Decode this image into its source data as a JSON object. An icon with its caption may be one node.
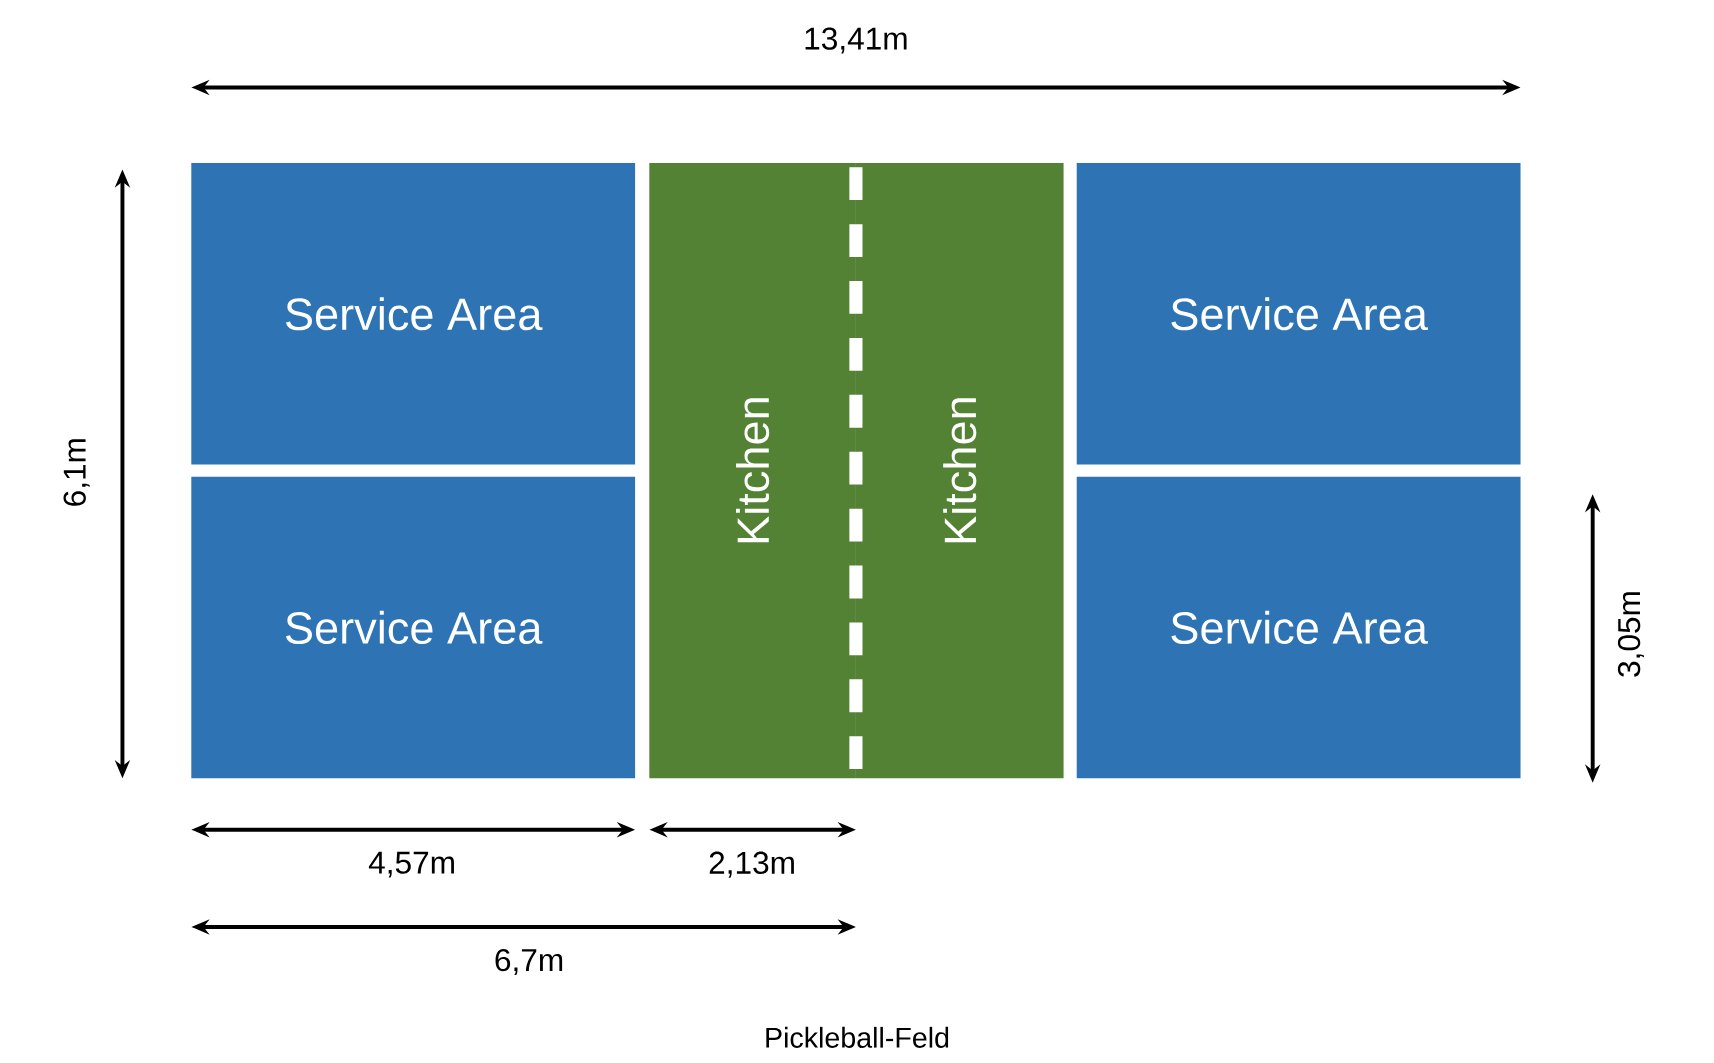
{
  "diagram": {
    "caption": "Pickleball-Feld",
    "nodes": [
      {
        "text": [
          "Service Area"
        ]
      },
      {
        "text": [
          "Service Area"
        ]
      },
      {
        "text": [
          "Kitchen"
        ]
      },
      {
        "text": [
          "Kitchen"
        ]
      },
      {
        "text": [
          "Service Area"
        ]
      },
      {
        "text": [
          "Service Area"
        ]
      }
    ],
    "labels": [
      "13,41m",
      "6,1m",
      "3,05m",
      "4,57m",
      "2,13m",
      "6,7m"
    ]
  }
}
